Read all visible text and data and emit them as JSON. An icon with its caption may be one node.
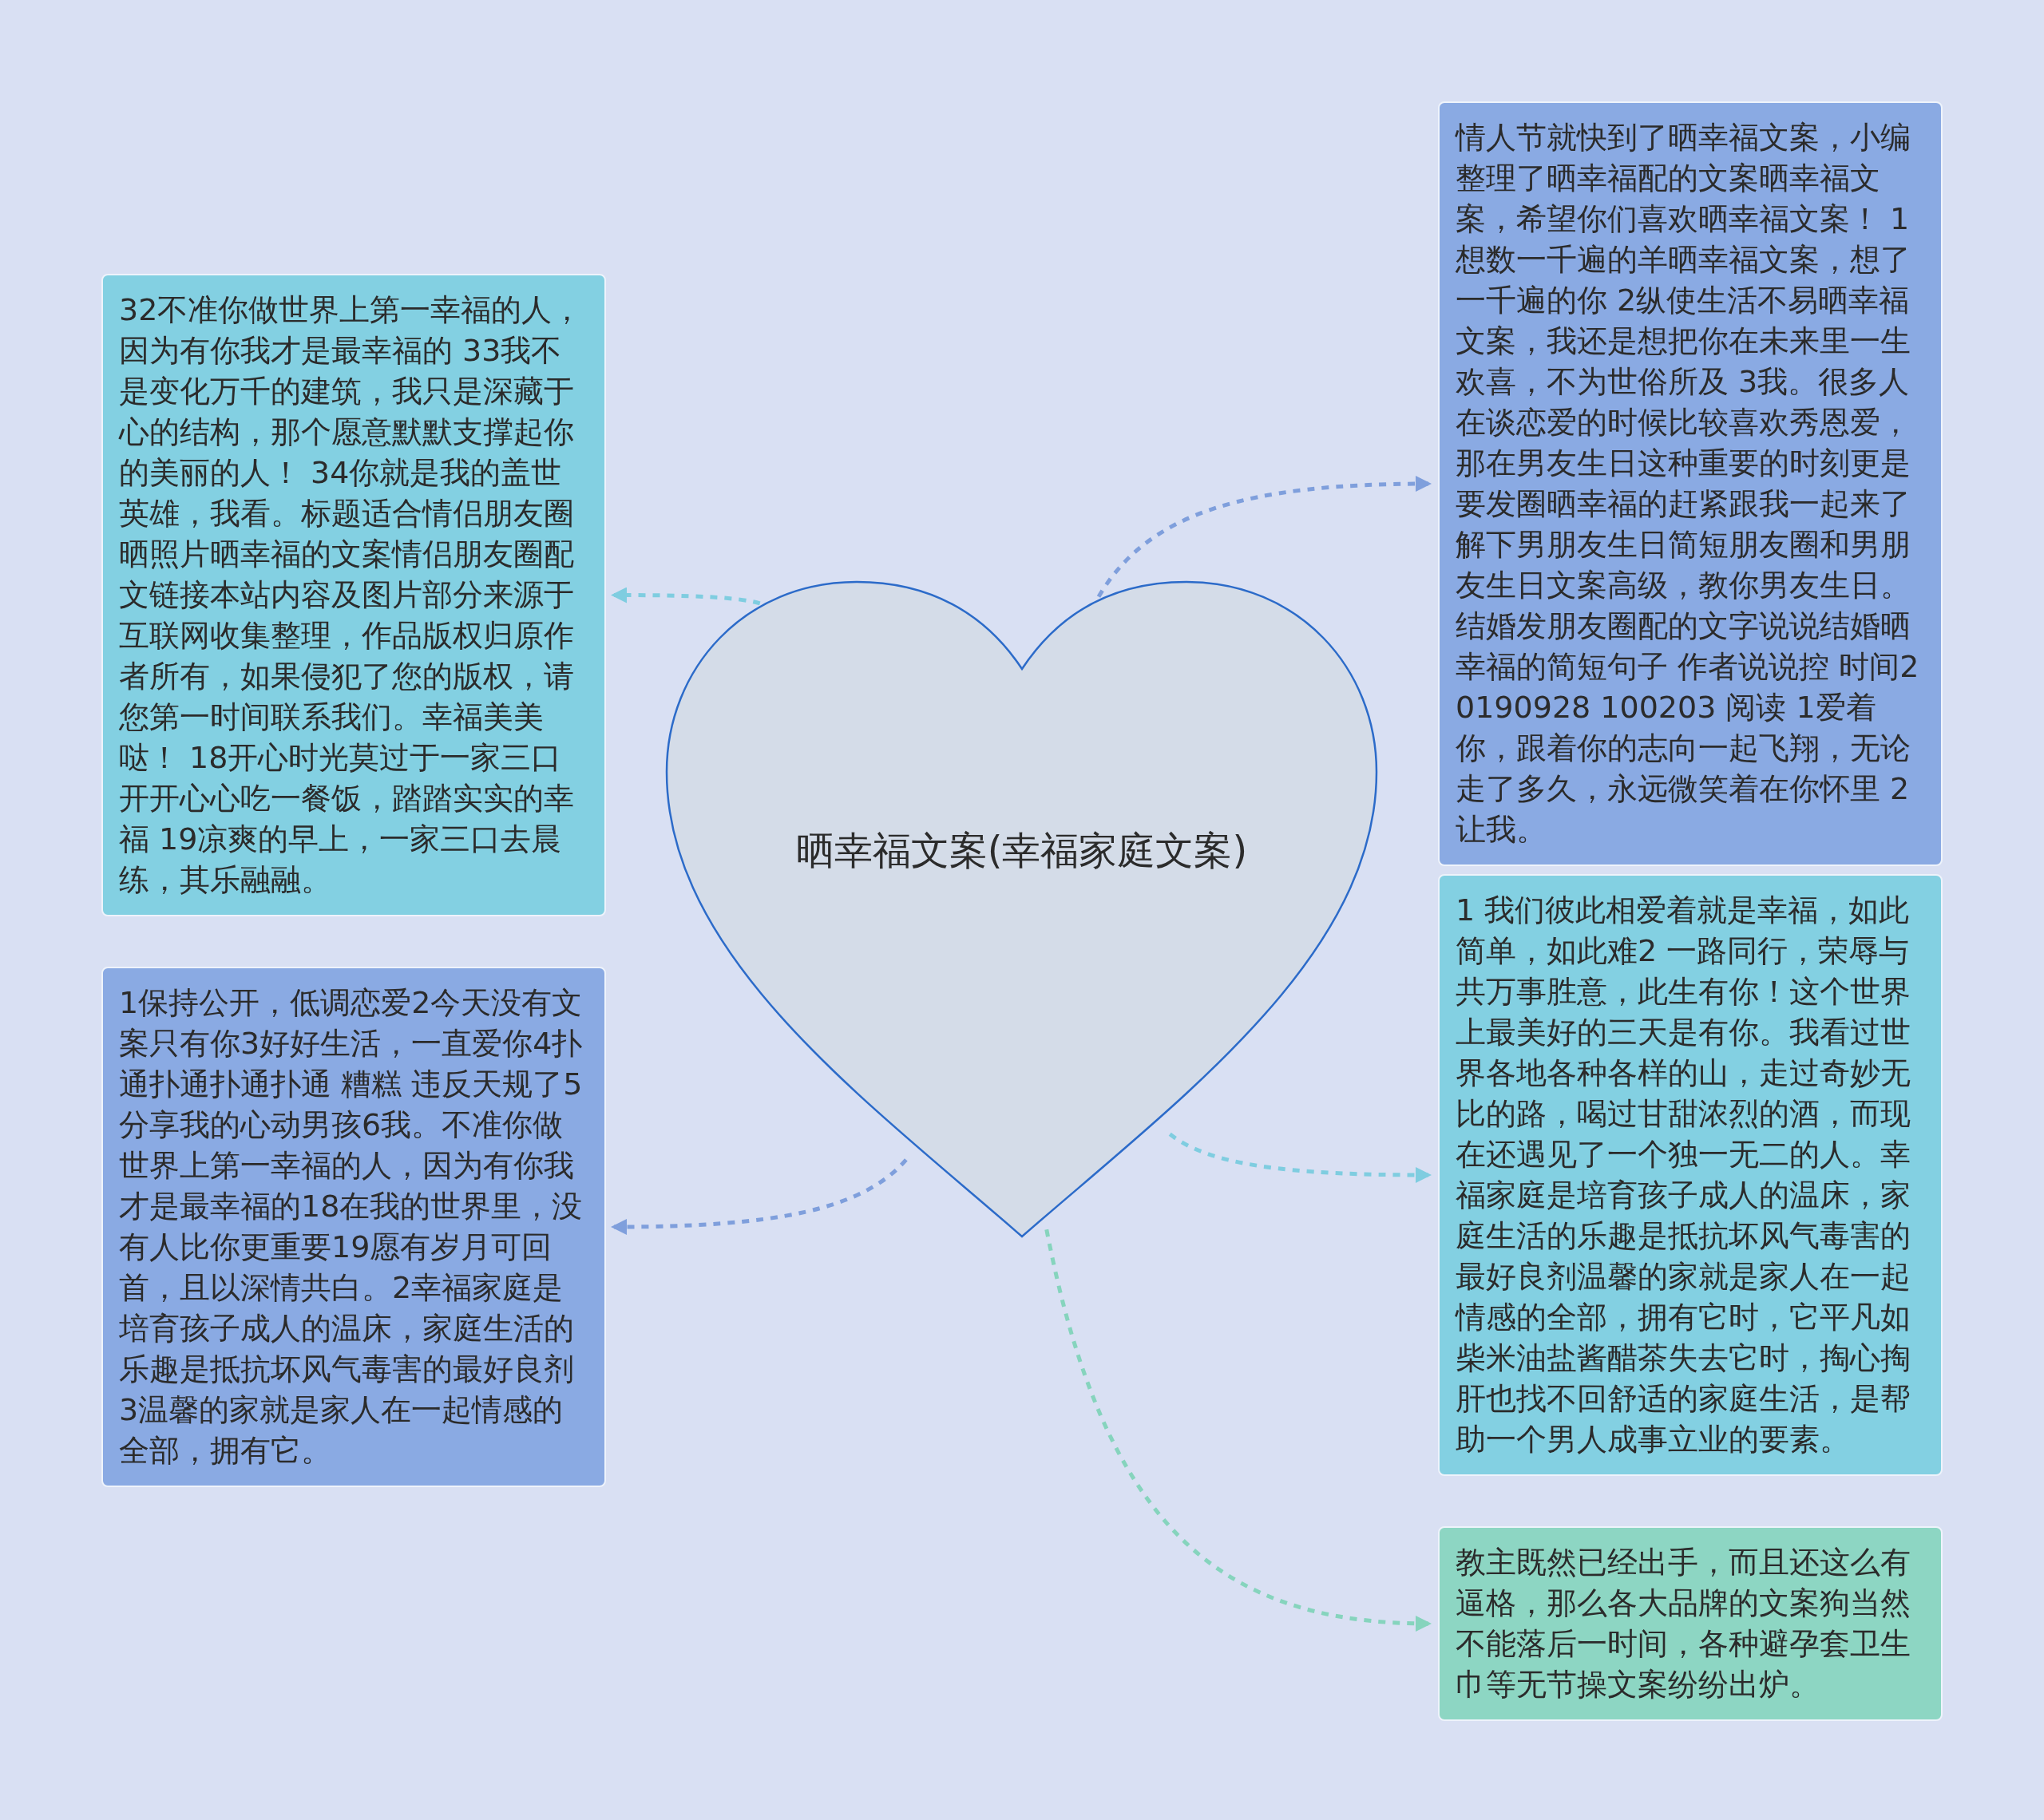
{
  "diagram": {
    "nodes": [
      {
        "text": [
          "晒幸福文案(幸福家庭文案)"
        ]
      },
      {
        "text": [
          "情人节就快到了晒幸福文案，小编整理了晒幸福配的文案晒幸福文案，希望你们喜欢晒幸福文案！ 1想数一千遍的羊晒幸福文案，想了一千遍的你 2纵使生活不易晒幸福文案，我还是想把你在未来里一生欢喜，不为世俗所及 3我。很多人在谈恋爱的时候比较喜欢秀恩爱，那在男友生日这种重要的时刻更是要发圈晒幸福的赶紧跟我一起来了解下男朋友生日简短朋友圈和男朋友生日文案高级，教你男友生日。结婚发朋友圈配的文字说说结婚晒幸福的简短句子 作者说说控 时间20190928 100203 阅读 1爱着你，跟着你的志向一起飞翔，无论走了多久，永远微笑着在你怀里 2让我。"
        ]
      },
      {
        "text": [
          "32不准你做世界上第一幸福的人，因为有你我才是最幸福的 33我不是变化万千的建筑，我只是深藏于心的结构，那个愿意默默支撑起你的美丽的人！ 34你就是我的盖世英雄，我看。标题适合情侣朋友圈晒照片晒幸福的文案情侣朋友圈配文链接本站内容及图片部分来源于互联网收集整理，作品版权归原作者所有，如果侵犯了您的版权，请您第一时间联系我们。幸福美美哒！ 18开心时光莫过于一家三口开开心心吃一餐饭，踏踏实实的幸福 19凉爽的早上，一家三口去晨练，其乐融融。"
        ]
      },
      {
        "text": [
          "1保持公开，低调恋爱2今天没有文案只有你3好好生活，一直爱你4扑通扑通扑通扑通 糟糕 违反天规了5分享我的心动男孩6我。不准你做世界上第一幸福的人，因为有你我才是最幸福的18在我的世界里，没有人比你更重要19愿有岁月可回首，且以深情共白。2幸福家庭是培育孩子成人的温床，家庭生活的乐趣是抵抗坏风气毒害的最好良剂3温馨的家就是家人在一起情感的全部，拥有它。"
        ]
      },
      {
        "text": [
          "1 我们彼此相爱着就是幸福，如此简单，如此难2 一路同行，荣辱与共万事胜意，此生有你！这个世界上最美好的三天是有你。我看过世界各地各种各样的山，走过奇妙无比的路，喝过甘甜浓烈的酒，而现在还遇见了一个独一无二的人。幸福家庭是培育孩子成人的温床，家庭生活的乐趣是抵抗坏风气毒害的最好良剂温馨的家就是家人在一起情感的全部，拥有它时，它平凡如柴米油盐酱醋茶失去它时，掏心掏肝也找不回舒适的家庭生活，是帮助一个男人成事立业的要素。"
        ]
      },
      {
        "text": [
          "教主既然已经出手，而且还这么有逼格，那么各大品牌的文案狗当然不能落后一时间，各种避孕套卫生巾等无节操文案纷纷出炉。"
        ]
      }
    ],
    "edges": [
      {
        "from": 0,
        "to": 1,
        "arrow": "to",
        "style": "dashed",
        "color": "#7f9fdc"
      },
      {
        "from": 0,
        "to": 2,
        "arrow": "to",
        "style": "dashed",
        "color": "#7fcde0"
      },
      {
        "from": 0,
        "to": 3,
        "arrow": "to",
        "style": "dashed",
        "color": "#7f9fdc"
      },
      {
        "from": 0,
        "to": 4,
        "arrow": "to",
        "style": "dashed",
        "color": "#7fcde0"
      },
      {
        "from": 0,
        "to": 5,
        "arrow": "to",
        "style": "dashed",
        "color": "#86d4bd"
      }
    ]
  }
}
